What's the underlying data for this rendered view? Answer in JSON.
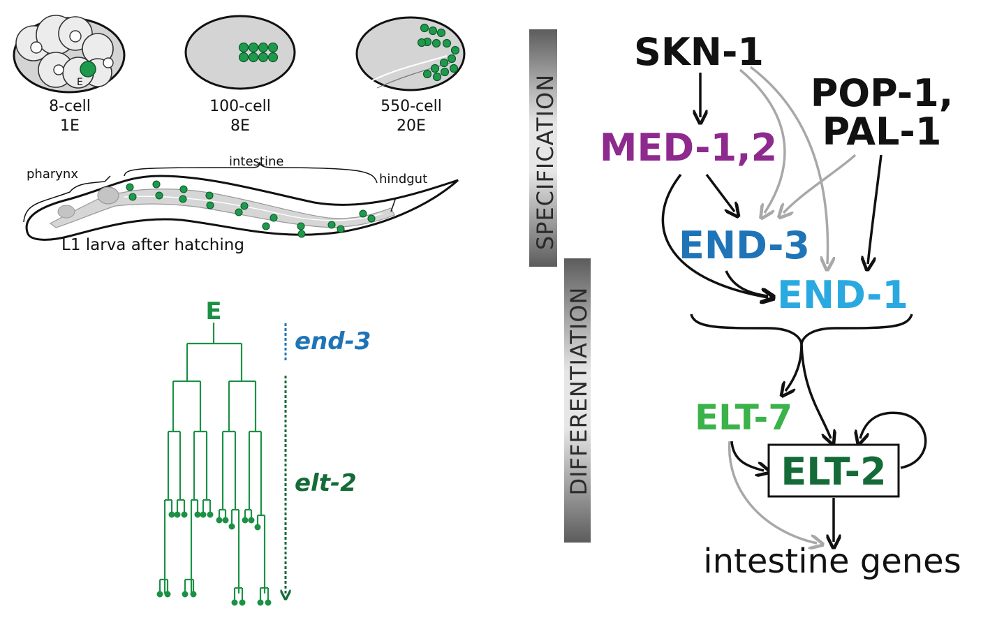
{
  "colors": {
    "cell_green": "#1e9a4c",
    "lineage_green": "#1b9145",
    "end3_blue": "#1f74b8",
    "end1_blue": "#2aa9e0",
    "med_purple": "#8e2a8e",
    "elt7_green": "#3bb24a",
    "elt2_green": "#146b38",
    "gray_arrow": "#a8a8a8",
    "black": "#111111"
  },
  "embryos": [
    {
      "stage": "8-cell",
      "count": "1E",
      "cell_label": "E"
    },
    {
      "stage": "100-cell",
      "count": "8E"
    },
    {
      "stage": "550-cell",
      "count": "20E"
    }
  ],
  "larva": {
    "caption": "L1 larva after hatching",
    "labels": {
      "pharynx": "pharynx",
      "intestine": "intestine",
      "hindgut": "hindgut"
    }
  },
  "lineage": {
    "root": "E",
    "end3": "end-3",
    "elt2": "elt-2"
  },
  "phases": {
    "specification": "SPECIFICATION",
    "differentiation": "DIFFERENTIATION"
  },
  "network": {
    "skn1": "SKN-1",
    "pop1_line1": "POP-1,",
    "pop1_line2": "PAL-1",
    "med": "MED-1,2",
    "end3": "END-3",
    "end1": "END-1",
    "elt7": "ELT-7",
    "elt2": "ELT-2",
    "targets": "intestine genes"
  }
}
